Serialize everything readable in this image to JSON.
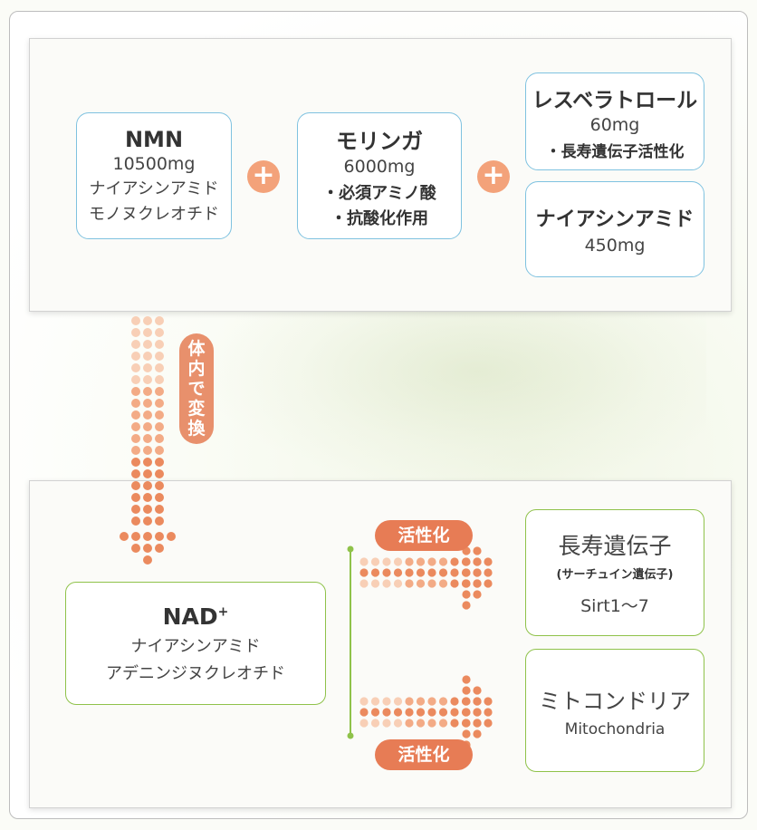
{
  "top": {
    "nmn": {
      "title": "NMN",
      "amount": "10500mg",
      "line1": "ナイアシンアミド",
      "line2": "モノヌクレオチド"
    },
    "moringa": {
      "title": "モリンガ",
      "amount": "6000mg",
      "line1": "・必須アミノ酸",
      "line2": "・抗酸化作用"
    },
    "resveratrol": {
      "title": "レスベラトロール",
      "amount": "60mg",
      "line1": "・長寿遺伝子活性化"
    },
    "niacinamide": {
      "title": "ナイアシンアミド",
      "amount": "450mg"
    },
    "plus_symbol": "+"
  },
  "convert_label": [
    "体",
    "内",
    "で",
    "変",
    "換"
  ],
  "bottom": {
    "nad": {
      "title": "NAD",
      "sup": "+",
      "line1": "ナイアシンアミド",
      "line2": "アデニンジヌクレオチド"
    },
    "activate_label_top": "活性化",
    "activate_label_bottom": "活性化",
    "longevity": {
      "title": "長寿遺伝子",
      "sub": "(サーチュイン遺伝子)",
      "sirt": "Sirt1～7"
    },
    "mito": {
      "title": "ミトコンドリア",
      "sub": "Mitochondria"
    }
  },
  "colors": {
    "accent_orange": "#e77c55",
    "box_blue": "#7fc2e0",
    "box_green": "#8fc24a"
  }
}
